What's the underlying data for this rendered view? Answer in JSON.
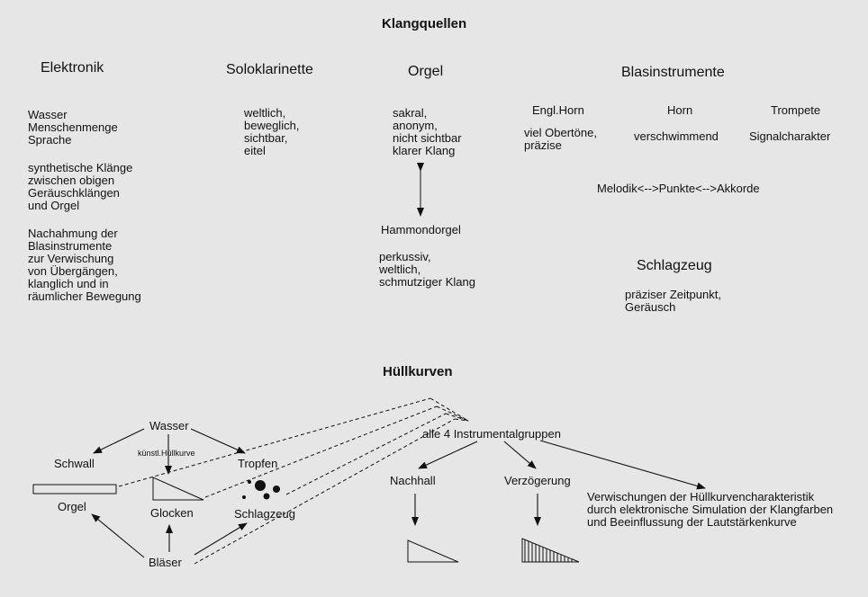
{
  "klangquellen": {
    "title": "Klangquellen",
    "elektronik": {
      "heading": "Elektronik",
      "block1": "Wasser\nMenschenmenge\nSprache",
      "block2": "synthetische Klänge\nzwischen obigen\nGeräuschklängen\nund Orgel",
      "block3": "Nachahmung der\nBlasinstrumente\nzur Verwischung\nvon Übergängen,\nklanglich und in\nräumlicher Bewegung"
    },
    "soloklarinette": {
      "heading": "Soloklarinette",
      "text": "weltlich,\nbeweglich,\nsichtbar,\neitel"
    },
    "orgel": {
      "heading": "Orgel",
      "text": "sakral,\nanonym,\nnicht sichtbar\nklarer Klang",
      "hammond": "Hammondorgel",
      "hammond_text": "perkussiv,\nweltlich,\nschmutziger Klang"
    },
    "blasinstrumente": {
      "heading": "Blasinstrumente",
      "engl_horn": "Engl.Horn",
      "engl_horn_text": "viel Obertöne,\npräzise",
      "horn": "Horn",
      "horn_text": "verschwimmend",
      "trompete": "Trompete",
      "trompete_text": "Signalcharakter",
      "melodik": "Melodik<-->Punkte<-->Akkorde"
    },
    "schlagzeug": {
      "heading": "Schlagzeug",
      "text": "präziser Zeitpunkt,\nGeräusch"
    }
  },
  "huellkurven": {
    "title": "Hüllkurven",
    "wasser": "Wasser",
    "schwall": "Schwall",
    "kuenstl": "künstl.Hüllkurve",
    "tropfen": "Tropfen",
    "orgel": "Orgel",
    "glocken": "Glocken",
    "schlagzeug": "Schlagzeug",
    "blaeser": "Bläser",
    "alle": "alle 4 Instrumentalgruppen",
    "nachhall": "Nachhall",
    "verzoegerung": "Verzögerung",
    "verwischung": "Verwischungen der Hüllkurvencharakteristik\ndurch elektronische Simulation der Klangfarben\nund Beeinflussung der Lautstärkenkurve"
  }
}
